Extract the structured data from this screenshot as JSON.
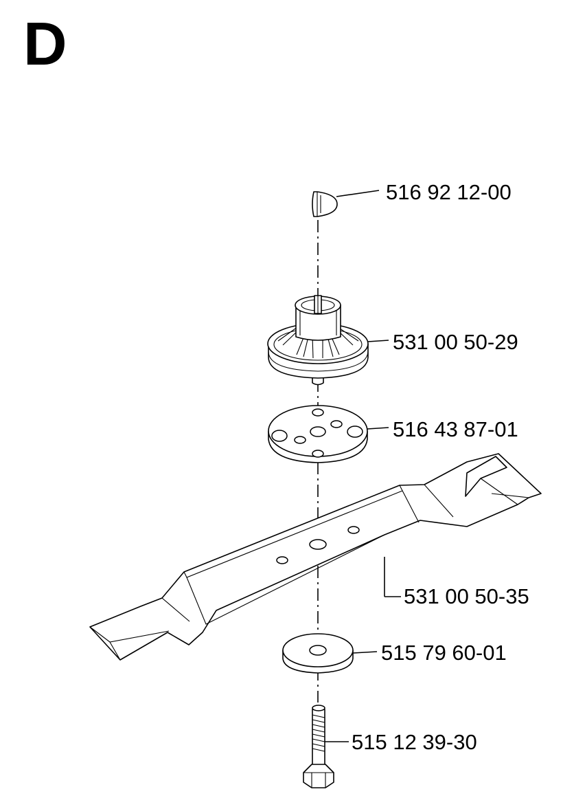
{
  "section_letter": "D",
  "parts": [
    {
      "part_number": "516 92 12-00",
      "component": "cap"
    },
    {
      "part_number": "531 00 50-29",
      "component": "blade-hub"
    },
    {
      "part_number": "516 43 87-01",
      "component": "blade-plate"
    },
    {
      "part_number": "531 00 50-35",
      "component": "mower-blade"
    },
    {
      "part_number": "515 79 60-01",
      "component": "washer"
    },
    {
      "part_number": "515 12 39-30",
      "component": "bolt"
    }
  ],
  "colors": {
    "line": "#000000",
    "background": "#ffffff"
  }
}
